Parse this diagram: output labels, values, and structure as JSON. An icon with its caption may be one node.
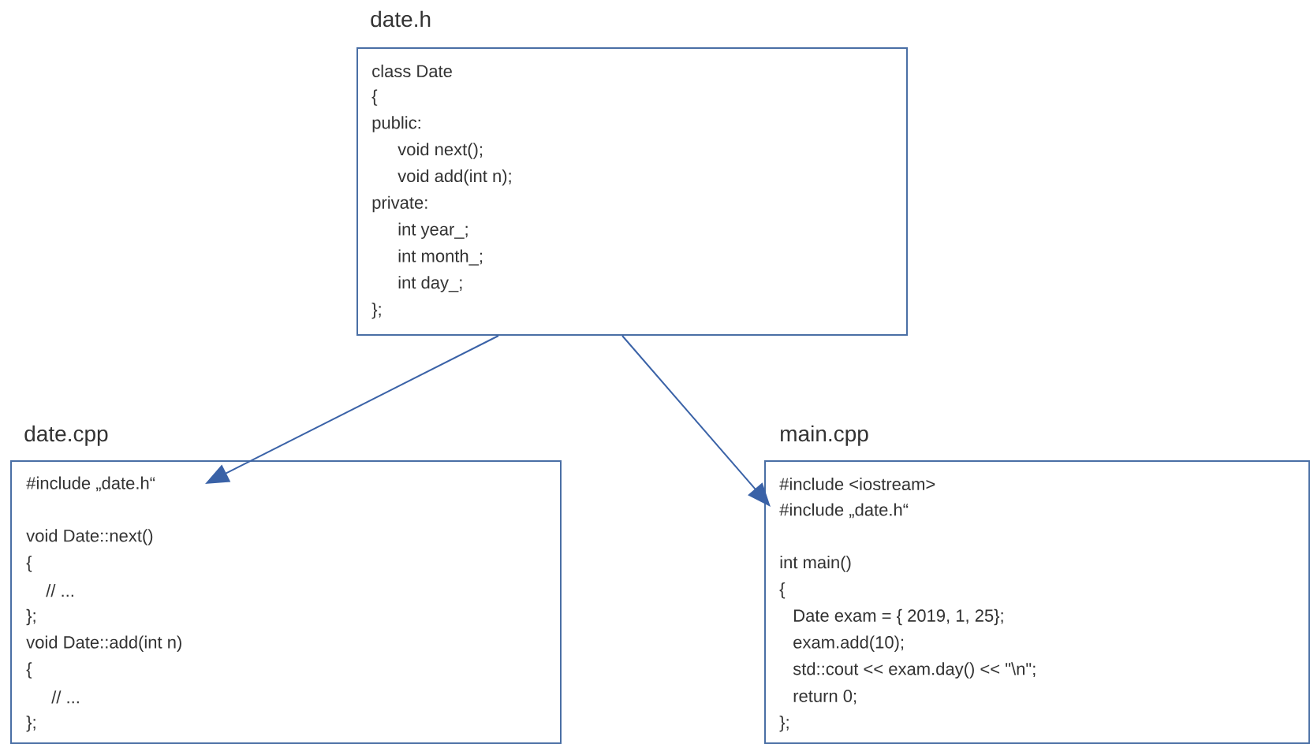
{
  "diagram": {
    "nodes": [
      {
        "text": [
          "date.h",
          "class Date",
          "{",
          "public:",
          "void next();",
          "void add(int n);",
          "private:",
          "int year_;",
          "int month_;",
          "int day_;",
          "};"
        ]
      },
      {
        "text": [
          "date.cpp",
          "#include „date.h“",
          "void Date::next()",
          "{",
          "// ...",
          "};",
          "void Date::add(int n)",
          "{",
          "// ...",
          "};"
        ]
      },
      {
        "text": [
          "main.cpp",
          "#include <iostream>",
          "#include „date.h“",
          "int main()",
          "{",
          "Date exam = { 2019, 1, 25};",
          "exam.add(10);",
          "std::cout << exam.day() << \"\\n\";",
          "return 0;",
          "};"
        ]
      }
    ],
    "edges": [
      {
        "from": 0,
        "to": 1,
        "arrow": "to"
      },
      {
        "from": 0,
        "to": 2,
        "arrow": "to"
      }
    ]
  }
}
